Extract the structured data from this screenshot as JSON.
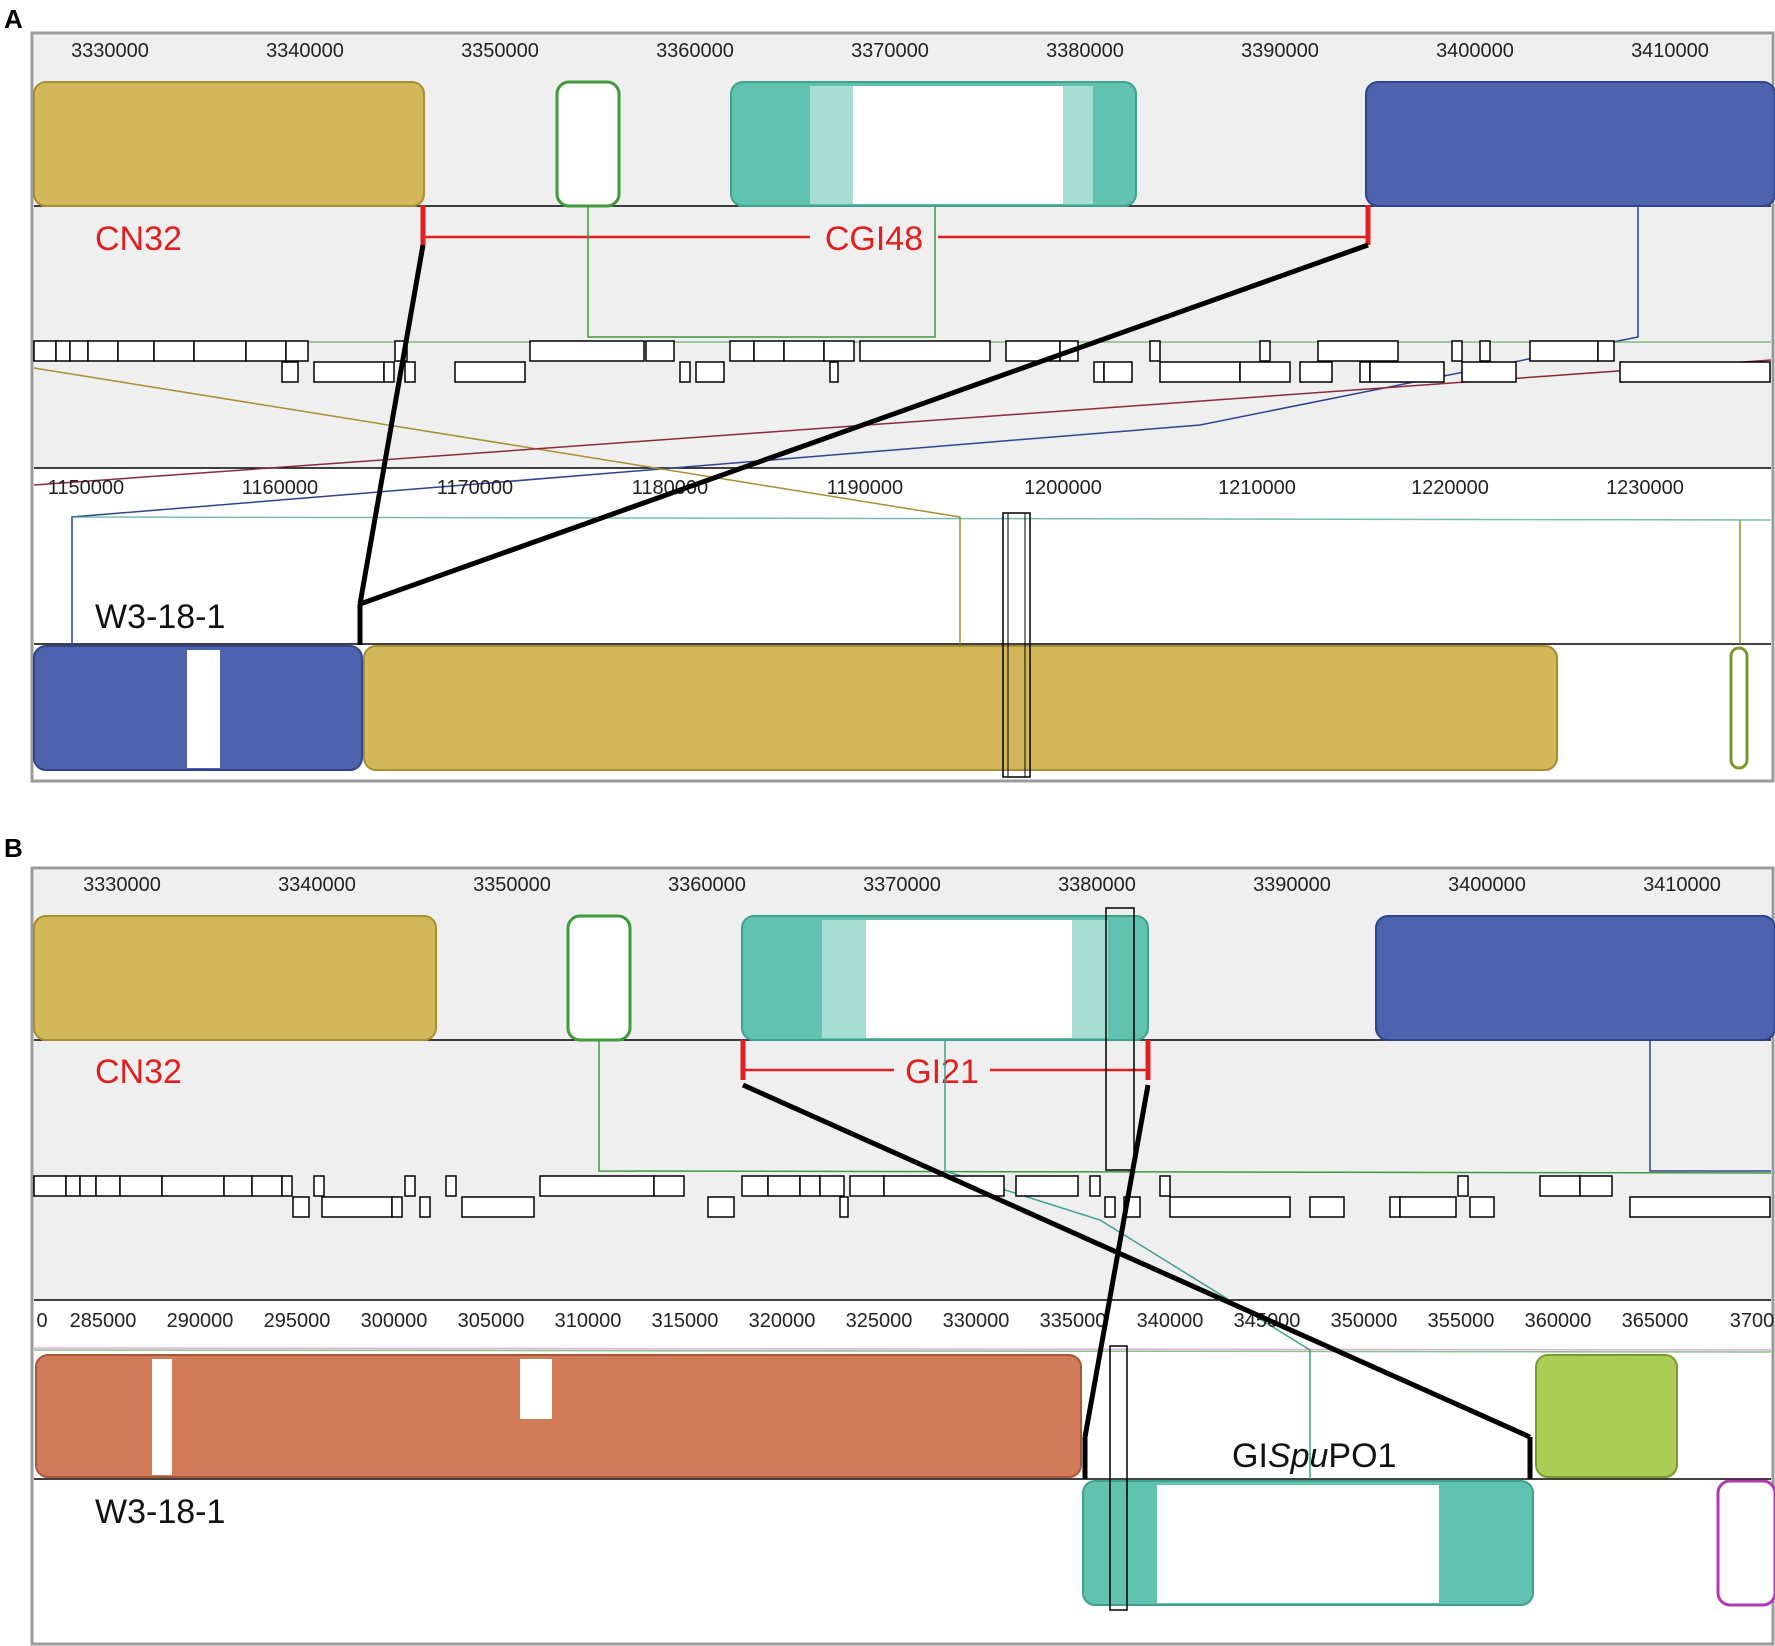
{
  "panels": [
    {
      "label": "A",
      "top_genome": {
        "name": "CN32",
        "ticks": [
          "3330000",
          "3340000",
          "3350000",
          "3360000",
          "3370000",
          "3380000",
          "3390000",
          "3400000",
          "3410000"
        ],
        "island_label": "CGI48"
      },
      "bottom_genome": {
        "name": "W3-18-1",
        "ticks": [
          "1150000",
          "1160000",
          "1170000",
          "1180000",
          "1190000",
          "1200000",
          "1210000",
          "1220000",
          "1230000"
        ],
        "island_label": ""
      }
    },
    {
      "label": "B",
      "top_genome": {
        "name": "CN32",
        "ticks": [
          "3330000",
          "3340000",
          "3350000",
          "3360000",
          "3370000",
          "3380000",
          "3390000",
          "3400000",
          "3410000"
        ],
        "island_label": "GI21"
      },
      "bottom_genome": {
        "name": "W3-18-1",
        "ticks": [
          "0",
          "285000",
          "290000",
          "295000",
          "300000",
          "305000",
          "310000",
          "315000",
          "320000",
          "325000",
          "330000",
          "335000",
          "340000",
          "345000",
          "350000",
          "355000",
          "360000",
          "365000",
          "3700"
        ],
        "island_label_prefix": "GI",
        "island_label_italic": "Spu",
        "island_label_suffix": "PO1"
      }
    }
  ],
  "colors": {
    "gold_block": "#d2b85a",
    "green_block": "#3e9a3a",
    "teal_block": "#62c2b0",
    "blue_block": "#4d63ad",
    "salmon_block": "#d07a5a",
    "lime_block": "#aacd55",
    "magenta_block": "#b03ab0",
    "island_marker": "#e02020",
    "panel_background": "#efefef"
  }
}
